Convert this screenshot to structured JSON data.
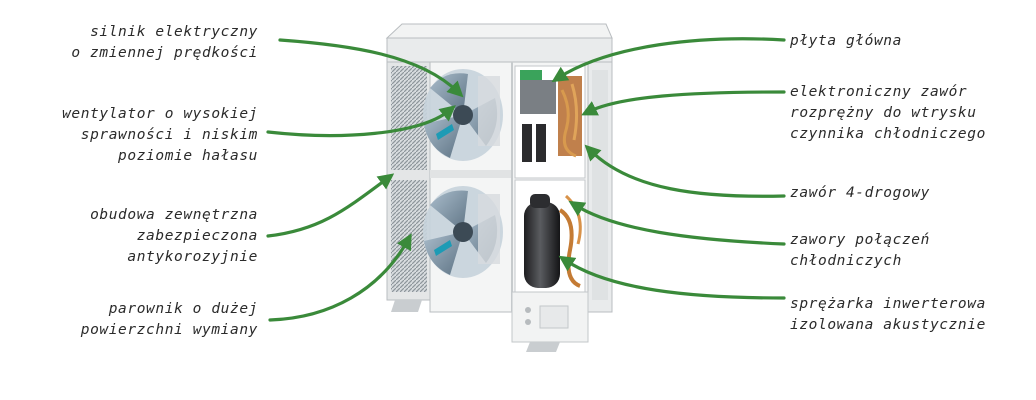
{
  "diagram": {
    "accent_color": "#3a8a3a",
    "labels_left": [
      {
        "id": "motor",
        "lines": [
          "silnik elektryczny",
          "o zmiennej prędkości"
        ]
      },
      {
        "id": "fan",
        "lines": [
          "wentylator o wysokiej",
          "sprawności i niskim",
          "poziomie hałasu"
        ]
      },
      {
        "id": "casing",
        "lines": [
          "obudowa zewnętrzna",
          "zabezpieczona",
          "antykorozyjnie"
        ]
      },
      {
        "id": "evaporator",
        "lines": [
          "parownik o dużej",
          "powierzchni wymiany"
        ]
      }
    ],
    "labels_right": [
      {
        "id": "mainboard",
        "lines": [
          "płyta główna"
        ]
      },
      {
        "id": "valve",
        "lines": [
          "elektroniczny zawór",
          "rozprężny do wtrysku",
          "czynnika chłodniczego"
        ]
      },
      {
        "id": "four-way",
        "lines": [
          "zawór 4-drogowy"
        ]
      },
      {
        "id": "connectors",
        "lines": [
          "zawory połączeń",
          "chłodniczych"
        ]
      },
      {
        "id": "compressor",
        "lines": [
          "sprężarka inwerterowa",
          "izolowana akustycznie"
        ]
      }
    ]
  }
}
